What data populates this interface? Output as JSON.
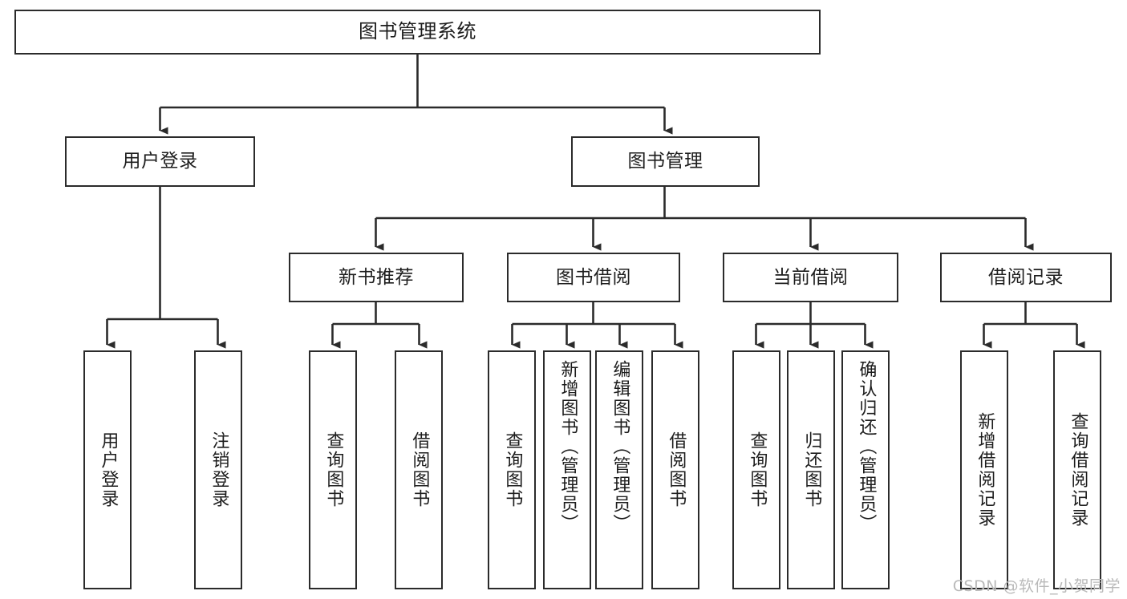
{
  "diagram": {
    "title": "图书管理系统",
    "type": "功能结构图",
    "root": {
      "id": "root",
      "label": "图书管理系统"
    },
    "level2": [
      {
        "id": "user-login",
        "label": "用户登录"
      },
      {
        "id": "book-manage",
        "label": "图书管理"
      }
    ],
    "level3": [
      {
        "id": "new-book-recommend",
        "label": "新书推荐"
      },
      {
        "id": "book-borrow",
        "label": "图书借阅"
      },
      {
        "id": "current-borrow",
        "label": "当前借阅"
      },
      {
        "id": "borrow-record",
        "label": "借阅记录"
      }
    ],
    "leaves": {
      "user_login": [
        {
          "id": "leaf-user-login",
          "label": "用户登录"
        },
        {
          "id": "leaf-logout-login",
          "label": "注销登录"
        }
      ],
      "new_book_recommend": [
        {
          "id": "leaf-query-book-1",
          "label": "查询图书"
        },
        {
          "id": "leaf-borrow-book-1",
          "label": "借阅图书"
        }
      ],
      "book_borrow": [
        {
          "id": "leaf-query-book-2",
          "label": "查询图书"
        },
        {
          "id": "leaf-add-book",
          "label": "新增图书（管理员）"
        },
        {
          "id": "leaf-edit-book",
          "label": "编辑图书（管理员）"
        },
        {
          "id": "leaf-borrow-book-2",
          "label": "借阅图书"
        }
      ],
      "current_borrow": [
        {
          "id": "leaf-query-book-3",
          "label": "查询图书"
        },
        {
          "id": "leaf-return-book",
          "label": "归还图书"
        },
        {
          "id": "leaf-confirm-return",
          "label": "确认归还（管理员）"
        }
      ],
      "borrow_record": [
        {
          "id": "leaf-add-record",
          "label": "新增借阅记录"
        },
        {
          "id": "leaf-query-record",
          "label": "查询借阅记录"
        }
      ]
    },
    "watermark": "CSDN @软件_小贺同学",
    "colors": {
      "stroke": "#2b2b2b",
      "fill": "#ffffff",
      "text": "#1d1d1d",
      "watermark": "#b9b9b9"
    }
  }
}
